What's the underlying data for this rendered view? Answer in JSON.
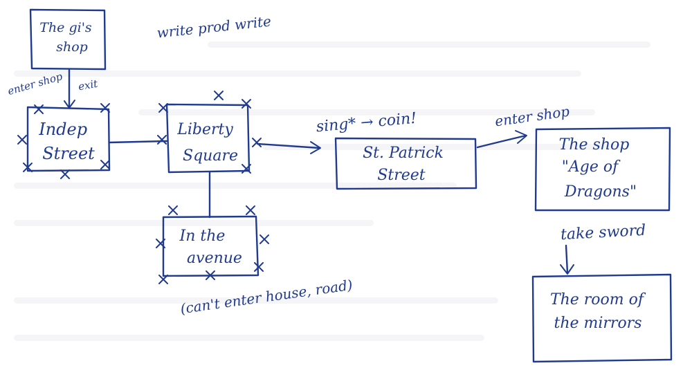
{
  "ink_color": "#1f3a8f",
  "nodes": {
    "gis_shop": [
      "The gi's",
      "shop"
    ],
    "indep_street": [
      "Indep",
      "Street"
    ],
    "liberty_square": [
      "Liberty",
      "Square"
    ],
    "the_avenue": [
      "In the",
      "avenue"
    ],
    "st_patrick_street": [
      "St. Patrick",
      "Street"
    ],
    "age_of_dragons_shop": [
      "The shop",
      "\"Age of",
      "Dragons\""
    ],
    "room_of_mirrors": [
      "The room of",
      "the mirrors"
    ]
  },
  "annotations": {
    "top_note": "write prod write",
    "enter_shop_left": "enter shop",
    "exit": "exit",
    "sing_coin": "sing* → coin!",
    "enter_shop_right": "enter shop",
    "take_sword": "take sword",
    "cant_enter": "(can't enter house, road)"
  }
}
